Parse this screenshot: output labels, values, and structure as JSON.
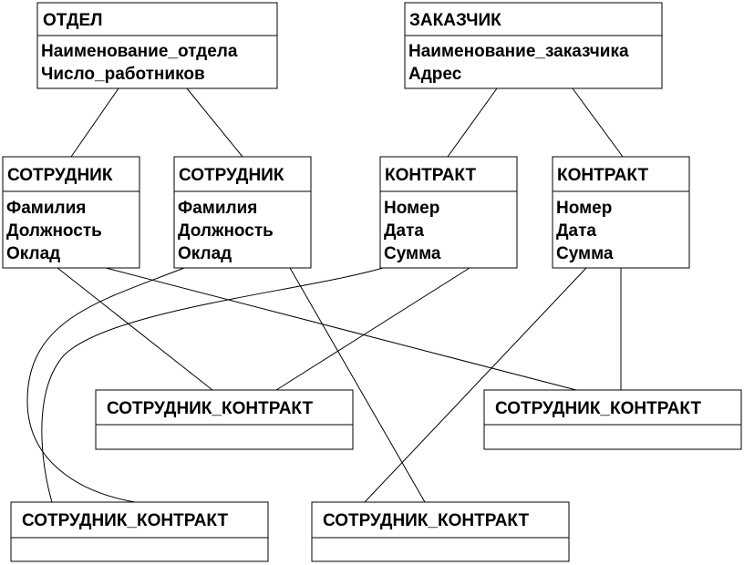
{
  "entities": {
    "otdel": {
      "title": "ОТДЕЛ",
      "attrs": [
        "Наименование_отдела",
        "Число_работников"
      ]
    },
    "zakazchik": {
      "title": "ЗАКАЗЧИК",
      "attrs": [
        "Наименование_заказчика",
        "Адрес"
      ]
    },
    "sotrudnik_1": {
      "title": "СОТРУДНИК",
      "attrs": [
        "Фамилия",
        "Должность",
        "Оклад"
      ]
    },
    "sotrudnik_2": {
      "title": "СОТРУДНИК",
      "attrs": [
        "Фамилия",
        "Должность",
        "Оклад"
      ]
    },
    "kontrakt_1": {
      "title": "КОНТРАКТ",
      "attrs": [
        "Номер",
        "Дата",
        "Сумма"
      ]
    },
    "kontrakt_2": {
      "title": "КОНТРАКТ",
      "attrs": [
        "Номер",
        "Дата",
        "Сумма"
      ]
    },
    "sk_1": {
      "title": "СОТРУДНИК_КОНТРАКТ",
      "attrs": []
    },
    "sk_2": {
      "title": "СОТРУДНИК_КОНТРАКТ",
      "attrs": []
    },
    "sk_3": {
      "title": "СОТРУДНИК_КОНТРАКТ",
      "attrs": []
    },
    "sk_4": {
      "title": "СОТРУДНИК_КОНТРАКТ",
      "attrs": []
    }
  }
}
